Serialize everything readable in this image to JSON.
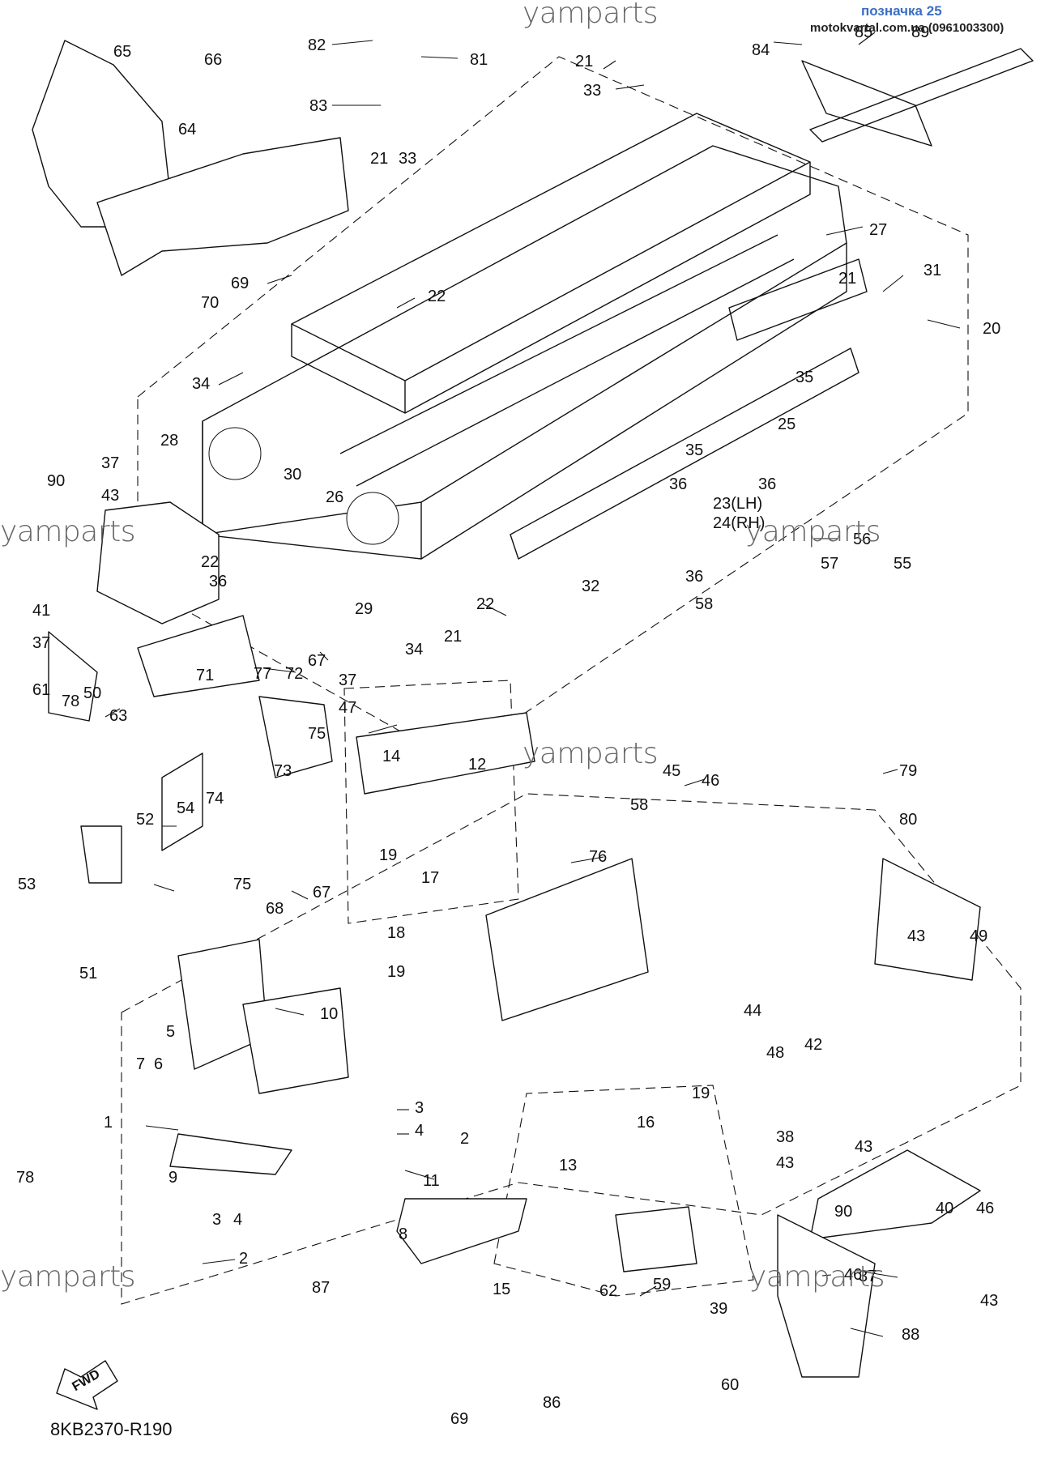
{
  "header": {
    "tag": "позначка 25",
    "site": "motokvartal.com.ua (0961003300)"
  },
  "watermarks": [
    "yamparts",
    "yamparts",
    "yamparts",
    "yamparts",
    "yamparts",
    "yamparts"
  ],
  "diagram_code": "8KB2370-R190",
  "fwd_label": "FWD",
  "callouts": [
    "82",
    "81",
    "83",
    "65",
    "66",
    "64",
    "21",
    "33",
    "21",
    "33",
    "70",
    "69",
    "22",
    "34",
    "28",
    "26",
    "30",
    "90",
    "37",
    "43",
    "41",
    "37",
    "22",
    "36",
    "29",
    "50",
    "22",
    "21",
    "34",
    "84",
    "85",
    "89",
    "27",
    "21",
    "31",
    "20",
    "35",
    "25",
    "35",
    "36",
    "36",
    "23(LH)",
    "24(RH)",
    "32",
    "36",
    "56",
    "57",
    "55",
    "58",
    "77",
    "67",
    "37",
    "47",
    "61",
    "78",
    "71",
    "72",
    "63",
    "74",
    "75",
    "73",
    "14",
    "12",
    "46",
    "45",
    "79",
    "58",
    "80",
    "52",
    "54",
    "53",
    "51",
    "76",
    "19",
    "17",
    "75",
    "68",
    "67",
    "18",
    "19",
    "10",
    "5",
    "7",
    "6",
    "1",
    "3",
    "4",
    "2",
    "11",
    "9",
    "3",
    "4",
    "8",
    "2",
    "13",
    "16",
    "19",
    "44",
    "48",
    "42",
    "38",
    "43",
    "43",
    "49",
    "90",
    "43",
    "40",
    "46",
    "46",
    "43",
    "59",
    "39",
    "37",
    "88",
    "87",
    "15",
    "69",
    "86",
    "62",
    "60",
    "78"
  ]
}
